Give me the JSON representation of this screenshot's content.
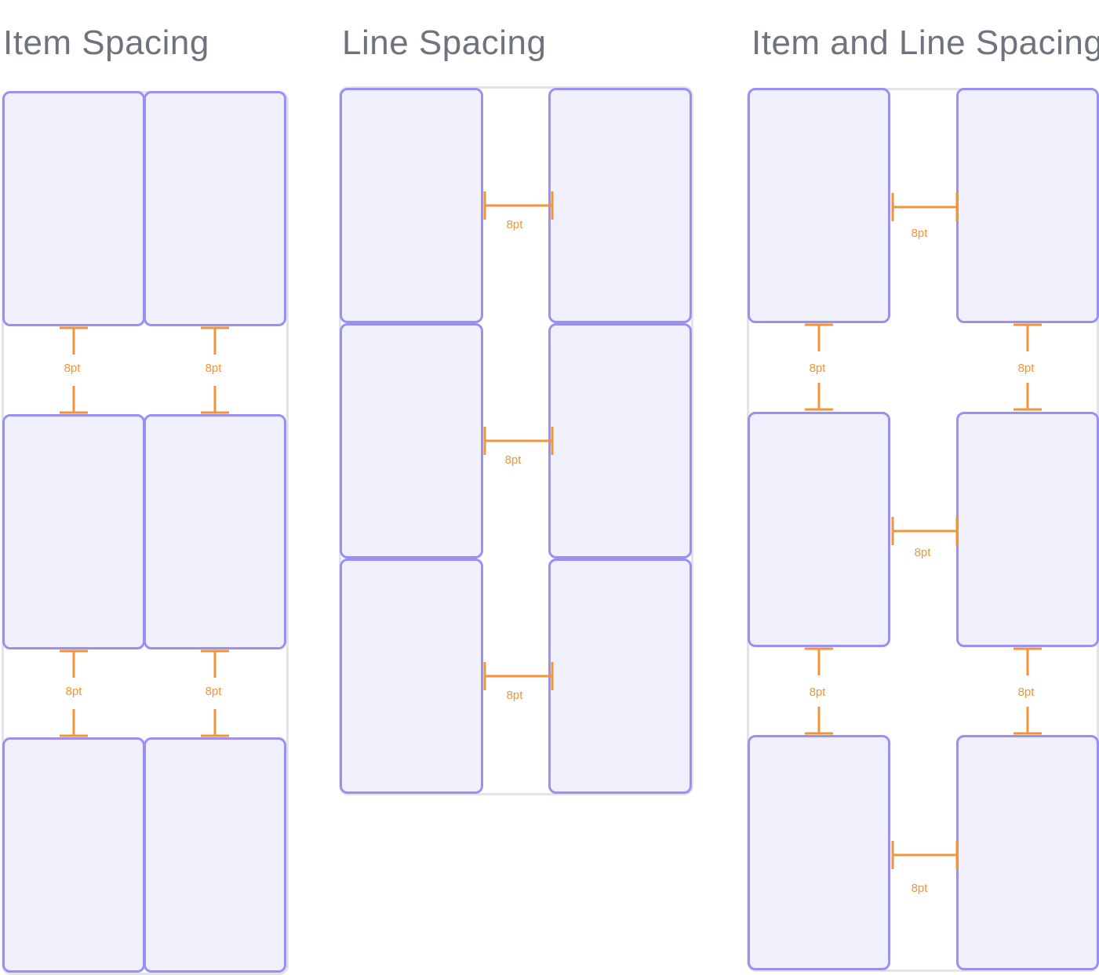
{
  "panels": {
    "item_spacing": {
      "title": "Item Spacing",
      "gap_label": "8pt"
    },
    "line_spacing": {
      "title": "Line Spacing",
      "gap_label": "8pt"
    },
    "item_and_line_spacing": {
      "title": "Item and Line Spacing",
      "gap_label": "8pt"
    }
  },
  "colors": {
    "title_text": "#6e737d",
    "card_fill": "#f0f0fd",
    "card_border": "#9a90f4",
    "frame_border": "#e3e4e8",
    "measure_accent": "#f39438"
  }
}
